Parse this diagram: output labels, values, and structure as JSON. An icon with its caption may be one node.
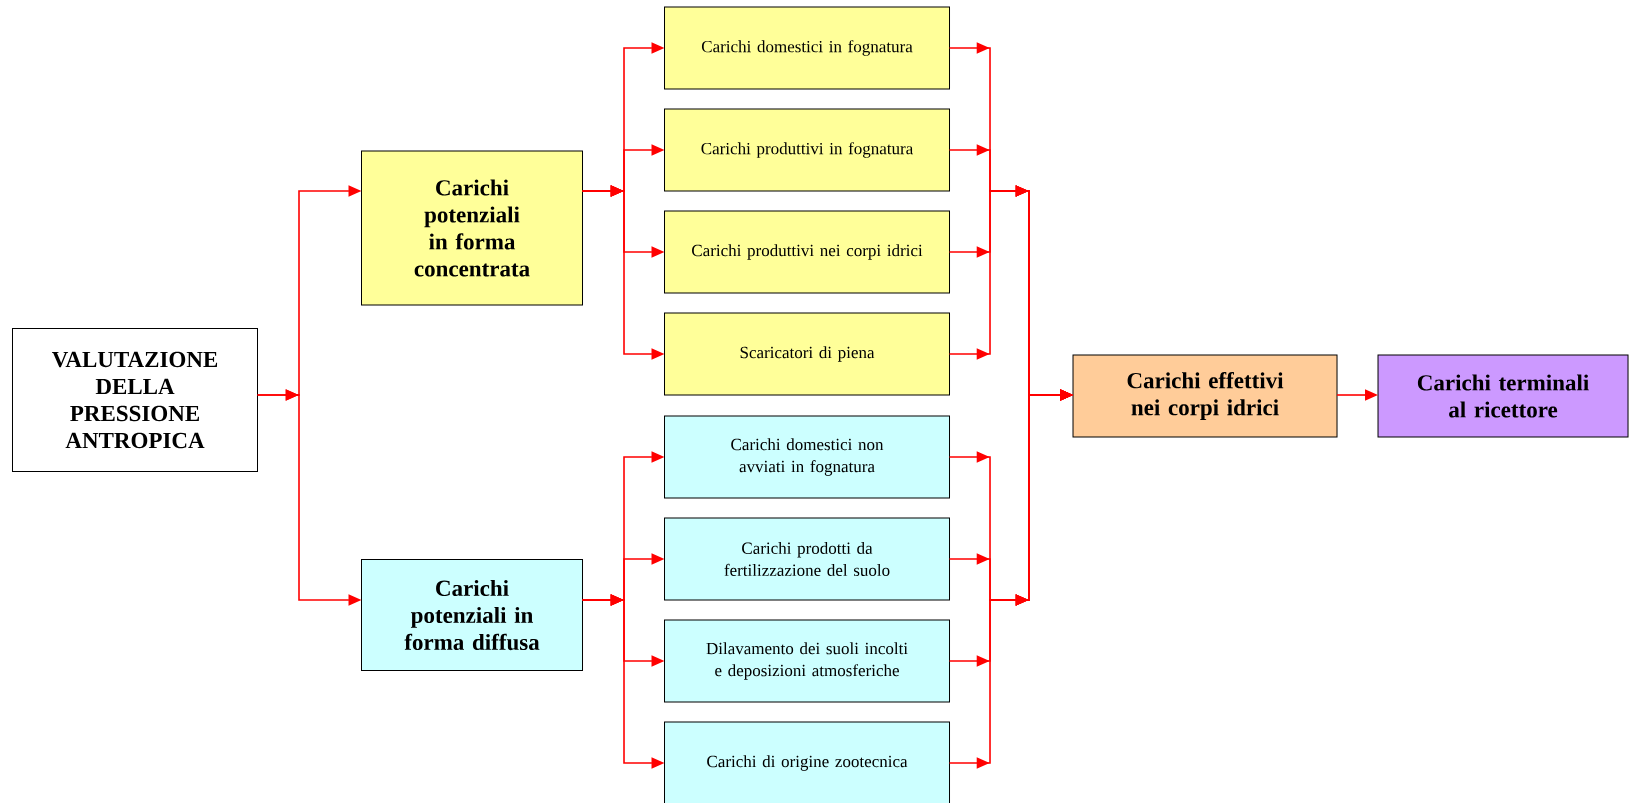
{
  "diagram": {
    "nodes": [
      {
        "text": [
          "VALUTAZIONE DELLA PRESSIONE ANTROPICA"
        ]
      },
      {
        "text": [
          "Carichi potenziali in forma concentrata"
        ]
      },
      {
        "text": [
          "Carichi potenziali in forma diffusa"
        ]
      },
      {
        "text": [
          "Carichi domestici in fognatura"
        ]
      },
      {
        "text": [
          "Carichi produttivi in fognatura"
        ]
      },
      {
        "text": [
          "Carichi produttivi nei corpi idrici"
        ]
      },
      {
        "text": [
          "Scaricatori di piena"
        ]
      },
      {
        "text": [
          "Carichi domestici non avviati in fognatura"
        ]
      },
      {
        "text": [
          "Carichi prodotti da fertilizzazione del suolo"
        ]
      },
      {
        "text": [
          "Dilavamento dei suoli incolti e deposizioni atmosferiche"
        ]
      },
      {
        "text": [
          "Carichi di origine zootecnica"
        ]
      },
      {
        "text": [
          "Carichi effettivi nei corpi idrici"
        ]
      },
      {
        "text": [
          "Carichi terminali al ricettore"
        ]
      }
    ],
    "edges": [
      {
        "from": 0,
        "to": 1,
        "arrow": "to"
      },
      {
        "from": 0,
        "to": 2,
        "arrow": "to"
      },
      {
        "from": 1,
        "to": 3,
        "arrow": "to"
      },
      {
        "from": 1,
        "to": 4,
        "arrow": "to"
      },
      {
        "from": 1,
        "to": 5,
        "arrow": "to"
      },
      {
        "from": 1,
        "to": 6,
        "arrow": "to"
      },
      {
        "from": 2,
        "to": 7,
        "arrow": "to"
      },
      {
        "from": 2,
        "to": 8,
        "arrow": "to"
      },
      {
        "from": 2,
        "to": 9,
        "arrow": "to"
      },
      {
        "from": 2,
        "to": 10,
        "arrow": "to"
      },
      {
        "from": 3,
        "to": 11,
        "arrow": "to"
      },
      {
        "from": 4,
        "to": 11,
        "arrow": "to"
      },
      {
        "from": 5,
        "to": 11,
        "arrow": "to"
      },
      {
        "from": 6,
        "to": 11,
        "arrow": "to"
      },
      {
        "from": 7,
        "to": 11,
        "arrow": "to"
      },
      {
        "from": 8,
        "to": 11,
        "arrow": "to"
      },
      {
        "from": 9,
        "to": 11,
        "arrow": "to"
      },
      {
        "from": 10,
        "to": 11,
        "arrow": "to"
      },
      {
        "from": 11,
        "to": 12,
        "arrow": "to"
      }
    ]
  }
}
